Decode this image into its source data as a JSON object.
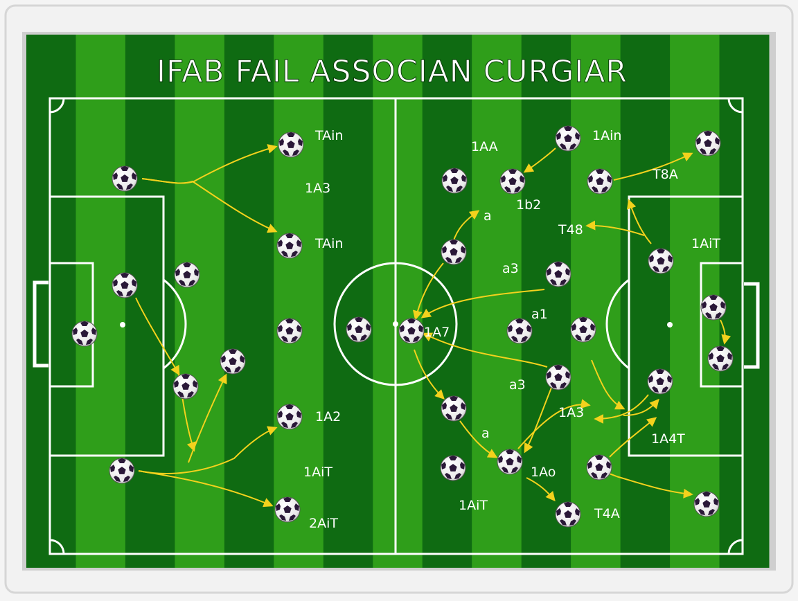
{
  "board_title": "IFAB FAIL ASSOCIAN CURGIAR",
  "colors": {
    "frame": "#f2f2f2",
    "stripe_light": "#2f9e1a",
    "stripe_dark": "#0f6b12",
    "line": "#ffffff",
    "arrow": "#f3d21d",
    "label": "#ffffff"
  },
  "labels": [
    "TAin",
    "1A3",
    "TAin",
    "1A2",
    "1AiT",
    "2AiT",
    "1AA",
    "1Ain",
    "T8A",
    "1b2",
    "T48",
    "1AiT",
    "a3",
    "a1",
    "1A7",
    "a3",
    "1A3",
    "1A4T",
    "a",
    "1Ao",
    "1AiT",
    "T4A",
    "a"
  ]
}
